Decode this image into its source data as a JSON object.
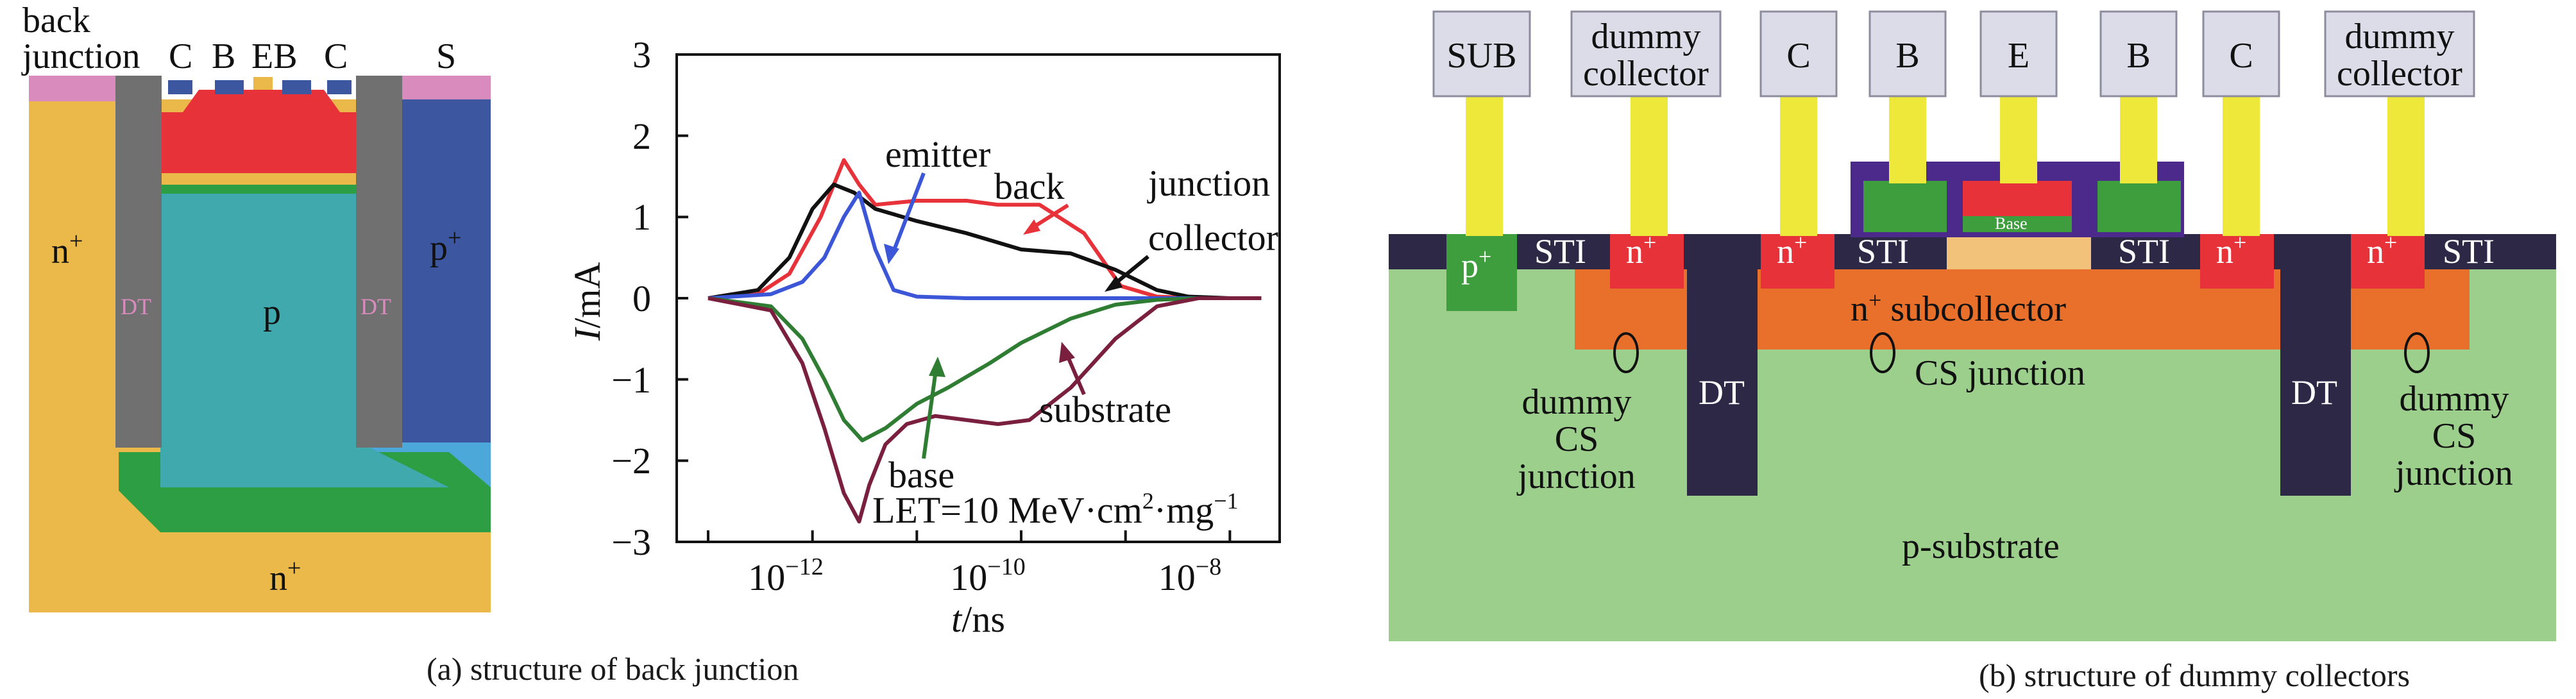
{
  "panel_a": {
    "caption": "(a) structure of back junction",
    "top_labels": {
      "back_junction_line1": "back",
      "back_junction_line2": "junction",
      "c_left": "C",
      "b": "B",
      "eb": "EB",
      "c_right": "C",
      "s": "S"
    },
    "region_labels": {
      "n_plus_left": "n",
      "n_plus_left_sup": "+",
      "p_center": "p",
      "p_plus_right": "p",
      "p_plus_right_sup": "+",
      "dt_left": "DT",
      "dt_right": "DT",
      "n_plus_bottom": "n",
      "n_plus_bottom_sup": "+"
    },
    "colors": {
      "n_plus": "#EAB94A",
      "p_region": "#3FA9AE",
      "p_plus": "#3C56A0",
      "deep_trench": "#707070",
      "metal_red": "#E8323A",
      "green_layer": "#2E9E45",
      "light_blue": "#4BA8D8",
      "pink_top": "#D98BBE"
    }
  },
  "chart": {
    "ylabel_italic": "I",
    "ylabel_unit": "/mA",
    "xlabel_italic": "t",
    "xlabel_unit": "/ns",
    "y_ticks": [
      "3",
      "2",
      "1",
      "0",
      "−1",
      "−2",
      "−3"
    ],
    "x_ticks": [
      {
        "base": "10",
        "exp": "−12"
      },
      {
        "base": "10",
        "exp": "−10"
      },
      {
        "base": "10",
        "exp": "−8"
      }
    ],
    "annotations": {
      "emitter": "emitter",
      "back": "back",
      "junction": "junction",
      "collector": "collector",
      "substrate": "substrate",
      "base": "base",
      "let_prefix": "LET=10 MeV·cm",
      "let_sup": "2",
      "let_mid": "·mg",
      "let_sup2": "−1"
    }
  },
  "chart_data": {
    "type": "line",
    "xlabel": "t/ns",
    "ylabel": "I/mA",
    "x_scale": "log",
    "xlim": [
      5e-14,
      3e-08
    ],
    "ylim": [
      -3,
      3
    ],
    "series": [
      {
        "name": "back junction",
        "color": "#E8323A",
        "x": [
          1e-13,
          3e-13,
          6e-13,
          1.2e-12,
          2e-12,
          2.8e-12,
          4e-12,
          1e-11,
          3e-11,
          6e-11,
          1.5e-10,
          4e-10,
          9e-10,
          2e-09,
          5e-09,
          2e-08
        ],
        "y": [
          0,
          0.05,
          0.3,
          1.0,
          1.7,
          1.4,
          1.15,
          1.2,
          1.2,
          1.15,
          1.15,
          0.8,
          0.15,
          0.02,
          0,
          0
        ]
      },
      {
        "name": "collector",
        "color": "#111111",
        "x": [
          1e-13,
          3e-13,
          6e-13,
          1e-12,
          1.6e-12,
          2.5e-12,
          4e-12,
          1e-11,
          3e-11,
          1e-10,
          3e-10,
          8e-10,
          2e-09,
          4e-09,
          1e-08
        ],
        "y": [
          0,
          0.1,
          0.5,
          1.1,
          1.4,
          1.3,
          1.1,
          0.95,
          0.8,
          0.6,
          0.55,
          0.35,
          0.1,
          0.02,
          0
        ]
      },
      {
        "name": "emitter",
        "color": "#3C56D8",
        "x": [
          1e-13,
          4e-13,
          8e-13,
          1.3e-12,
          2e-12,
          2.8e-12,
          4e-12,
          6e-12,
          1e-11,
          3e-11,
          1e-10,
          1e-09,
          1e-08
        ],
        "y": [
          0,
          0.05,
          0.2,
          0.5,
          1.0,
          1.3,
          0.6,
          0.1,
          0.02,
          0,
          0,
          0,
          0
        ]
      },
      {
        "name": "base",
        "color": "#2E7D32",
        "x": [
          1e-13,
          4e-13,
          8e-13,
          1.3e-12,
          2e-12,
          3e-12,
          5e-12,
          1e-11,
          2e-11,
          5e-11,
          1e-10,
          3e-10,
          8e-10,
          2e-09,
          5e-09,
          2e-08
        ],
        "y": [
          0,
          -0.1,
          -0.5,
          -1.0,
          -1.5,
          -1.75,
          -1.6,
          -1.3,
          -1.1,
          -0.8,
          -0.55,
          -0.25,
          -0.08,
          -0.02,
          0,
          0
        ]
      },
      {
        "name": "substrate",
        "color": "#7A1F3D",
        "x": [
          1e-13,
          4e-13,
          8e-13,
          1.3e-12,
          2e-12,
          2.8e-12,
          3.5e-12,
          5e-12,
          8e-12,
          1.5e-11,
          3e-11,
          6e-11,
          1.2e-10,
          3e-10,
          8e-10,
          2e-09,
          5e-09,
          2e-08
        ],
        "y": [
          0,
          -0.15,
          -0.8,
          -1.6,
          -2.4,
          -2.75,
          -2.3,
          -1.8,
          -1.55,
          -1.45,
          -1.5,
          -1.55,
          -1.5,
          -1.1,
          -0.5,
          -0.1,
          0,
          0
        ]
      }
    ]
  },
  "panel_b": {
    "caption": "(b) structure of dummy collectors",
    "contacts": [
      {
        "line1": "SUB",
        "line2": ""
      },
      {
        "line1": "dummy",
        "line2": "collector"
      },
      {
        "line1": "C",
        "line2": ""
      },
      {
        "line1": "B",
        "line2": ""
      },
      {
        "line1": "E",
        "line2": ""
      },
      {
        "line1": "B",
        "line2": ""
      },
      {
        "line1": "C",
        "line2": ""
      },
      {
        "line1": "dummy",
        "line2": "collector"
      }
    ],
    "labels": {
      "sti": "STI",
      "n_plus": "n",
      "plus": "+",
      "p_plus": "p",
      "base": "Base",
      "subcollector": " subcollector",
      "cs_junction": "CS junction",
      "dummy": "dummy",
      "cs": "CS",
      "junction": "junction",
      "dt": "DT",
      "p_substrate": "p-substrate"
    },
    "colors": {
      "substrate_green": "#9CCF8C",
      "sti_dark": "#2D2846",
      "n_plus_red": "#E8323A",
      "subcollector_orange": "#E8702A",
      "contact_yellow": "#EDE83A",
      "contact_box": "#DCDCE8",
      "purple": "#4B2A8C",
      "p_plus_green": "#3E9E3E",
      "base_tan": "#F2C27A"
    }
  }
}
